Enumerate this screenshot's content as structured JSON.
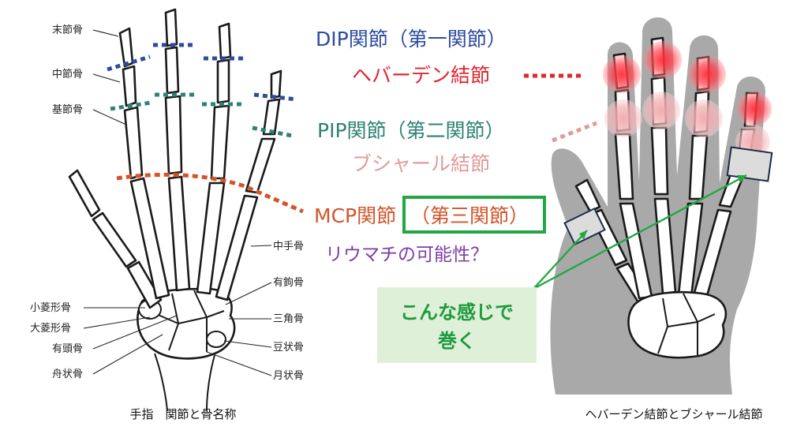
{
  "colors": {
    "dip": "#2d4c9e",
    "heberden": "#e0262e",
    "pip": "#2e8273",
    "bouchard": "#e29a9a",
    "mcp": "#d2552a",
    "rheumatoid": "#7b3fa4",
    "frame_green": "#22a744",
    "note_bg": "#dff0d8",
    "note_text": "#1e9a3e",
    "silhouette": "#a9a9a9"
  },
  "left_figure": {
    "labels": {
      "distal_phalanx": "末節骨",
      "middle_phalanx": "中節骨",
      "proximal_phalanx": "基節骨",
      "metacarpal": "中手骨",
      "hamate": "有鉤骨",
      "trapezoid": "小菱形骨",
      "triquetrum": "三角骨",
      "trapezium": "大菱形骨",
      "capitate": "有頭骨",
      "pisiform": "豆状骨",
      "scaphoid": "舟状骨",
      "lunate": "月状骨"
    },
    "caption": "手指　関節と骨名称"
  },
  "legend": {
    "dip": "DIP関節（第一関節）",
    "heberden": "ヘバーデン結節",
    "pip": "PIP関節（第二関節）",
    "bouchard": "ブシャール結節",
    "mcp_prefix": "MCP関節",
    "mcp_boxed": "（第三関節）",
    "rheumatoid": "リウマチの可能性？"
  },
  "note": {
    "line1": "こんな感じで",
    "line2": "巻く"
  },
  "right_figure": {
    "caption": "ヘバーデン結節とブシャール結節"
  }
}
